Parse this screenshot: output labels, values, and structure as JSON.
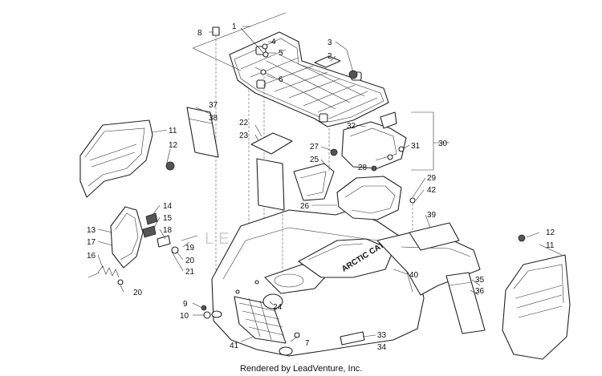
{
  "caption": "Rendered by LeadVenture, Inc.",
  "watermark": "LEADVENTURE",
  "callouts": [
    {
      "id": "c1",
      "text": "1"
    },
    {
      "id": "c2",
      "text": "2"
    },
    {
      "id": "c3",
      "text": "3"
    },
    {
      "id": "c4",
      "text": "4"
    },
    {
      "id": "c5",
      "text": "5"
    },
    {
      "id": "c6",
      "text": "6"
    },
    {
      "id": "c7",
      "text": "7"
    },
    {
      "id": "c8",
      "text": "8"
    },
    {
      "id": "c9",
      "text": "9"
    },
    {
      "id": "c10",
      "text": "10"
    },
    {
      "id": "c11a",
      "text": "11"
    },
    {
      "id": "c11b",
      "text": "11"
    },
    {
      "id": "c12a",
      "text": "12"
    },
    {
      "id": "c12b",
      "text": "12"
    },
    {
      "id": "c13",
      "text": "13"
    },
    {
      "id": "c14",
      "text": "14"
    },
    {
      "id": "c15",
      "text": "15"
    },
    {
      "id": "c16",
      "text": "16"
    },
    {
      "id": "c17",
      "text": "17"
    },
    {
      "id": "c18",
      "text": "18"
    },
    {
      "id": "c19",
      "text": "19"
    },
    {
      "id": "c20a",
      "text": "20"
    },
    {
      "id": "c20b",
      "text": "20"
    },
    {
      "id": "c21",
      "text": "21"
    },
    {
      "id": "c22",
      "text": "22"
    },
    {
      "id": "c23",
      "text": "23"
    },
    {
      "id": "c24",
      "text": "24"
    },
    {
      "id": "c25",
      "text": "25"
    },
    {
      "id": "c26",
      "text": "26"
    },
    {
      "id": "c27",
      "text": "27"
    },
    {
      "id": "c28",
      "text": "28"
    },
    {
      "id": "c29",
      "text": "29"
    },
    {
      "id": "c30",
      "text": "30"
    },
    {
      "id": "c31",
      "text": "31"
    },
    {
      "id": "c32",
      "text": "32"
    },
    {
      "id": "c33",
      "text": "33"
    },
    {
      "id": "c34",
      "text": "34"
    },
    {
      "id": "c35",
      "text": "35"
    },
    {
      "id": "c36",
      "text": "36"
    },
    {
      "id": "c37",
      "text": "37"
    },
    {
      "id": "c38",
      "text": "38"
    },
    {
      "id": "c39",
      "text": "39"
    },
    {
      "id": "c40",
      "text": "40"
    },
    {
      "id": "c41",
      "text": "41"
    },
    {
      "id": "c42",
      "text": "42"
    }
  ],
  "decal_text": "ARCTIC CAT"
}
